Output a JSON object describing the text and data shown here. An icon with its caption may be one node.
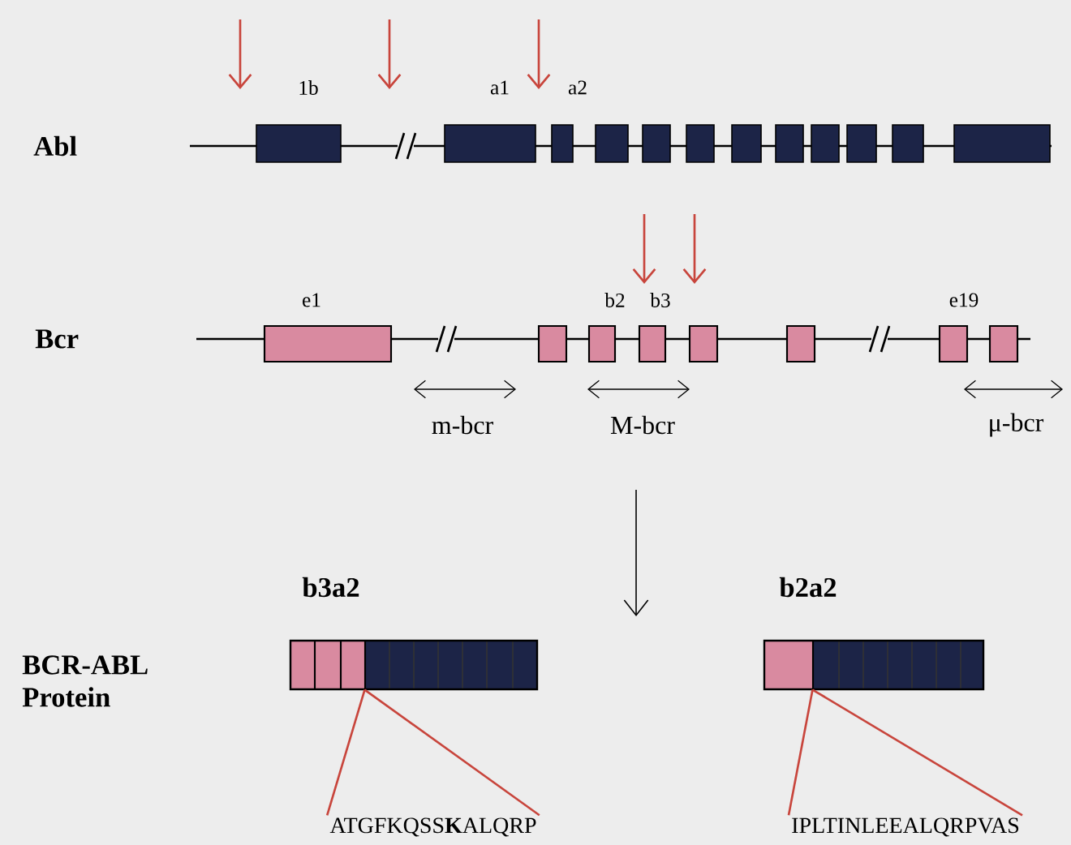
{
  "diagram": {
    "nodes": [
      {
        "text": [
          "b3a2"
        ]
      },
      {
        "text": [
          "b2a2"
        ]
      },
      {
        "text": [
          "ATGFKQSS**K**ALQRP"
        ]
      },
      {
        "text": [
          "IPLTINLEEALQRPVAS"
        ]
      }
    ],
    "edges": [
      {
        "from": 0,
        "to": 2,
        "arrow": "none"
      },
      {
        "from": 0,
        "to": 2,
        "arrow": "none"
      },
      {
        "from": 1,
        "to": 3,
        "arrow": "none"
      },
      {
        "from": 1,
        "to": 3,
        "arrow": "none"
      }
    ],
    "labels": [
      "Abl",
      "1b",
      "a1",
      "a2",
      "Bcr",
      "e1",
      "b2",
      "b3",
      "e19",
      "m-bcr",
      "M-bcr",
      "μ-bcr",
      "BCR-ABL Protein"
    ]
  }
}
